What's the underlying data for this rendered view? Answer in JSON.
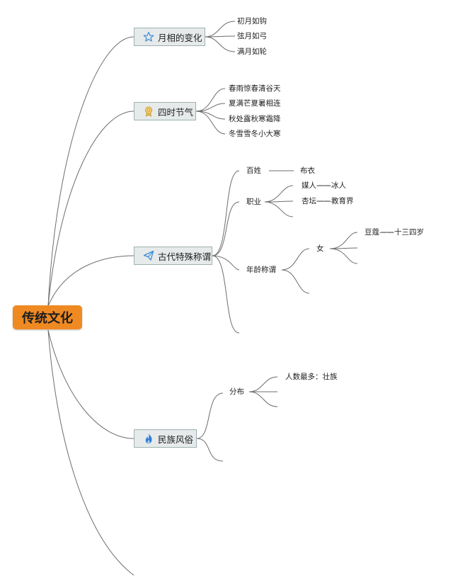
{
  "root": {
    "title": "传统文化"
  },
  "topics": {
    "moon": {
      "label": "月相的变化",
      "icon": "star-icon",
      "items": [
        "初月如钩",
        "弦月如弓",
        "满月如轮"
      ]
    },
    "seasons": {
      "label": "四时节气",
      "icon": "medal-icon",
      "items": [
        "春雨惊春清谷天",
        "夏满芒夏暑相连",
        "秋处露秋寒霜降",
        "冬雪雪冬小大寒"
      ]
    },
    "titles": {
      "label": "古代特殊称谓",
      "icon": "paper-plane-icon",
      "commoner": {
        "label": "百姓",
        "value": "布衣"
      },
      "profession": {
        "label": "职业",
        "items": [
          "媒人——冰人",
          "杏坛——教育界"
        ]
      },
      "age": {
        "label": "年龄称谓",
        "female": {
          "label": "女",
          "items": [
            "豆蔻——十三四岁"
          ]
        }
      }
    },
    "ethnic": {
      "label": "民族风俗",
      "icon": "flame-icon",
      "distribution": {
        "label": "分布",
        "items": [
          "人数最多：壮族"
        ]
      }
    }
  },
  "colors": {
    "root_fill": "#ef8a22",
    "topic_fill": "#e6eaea",
    "topic_border": "#9fb1b1",
    "line": "#6d6d6d",
    "star": "#4a90d9",
    "medal": "#e0b84a",
    "plane": "#3a8ad8",
    "flame": "#2f7fd6"
  }
}
